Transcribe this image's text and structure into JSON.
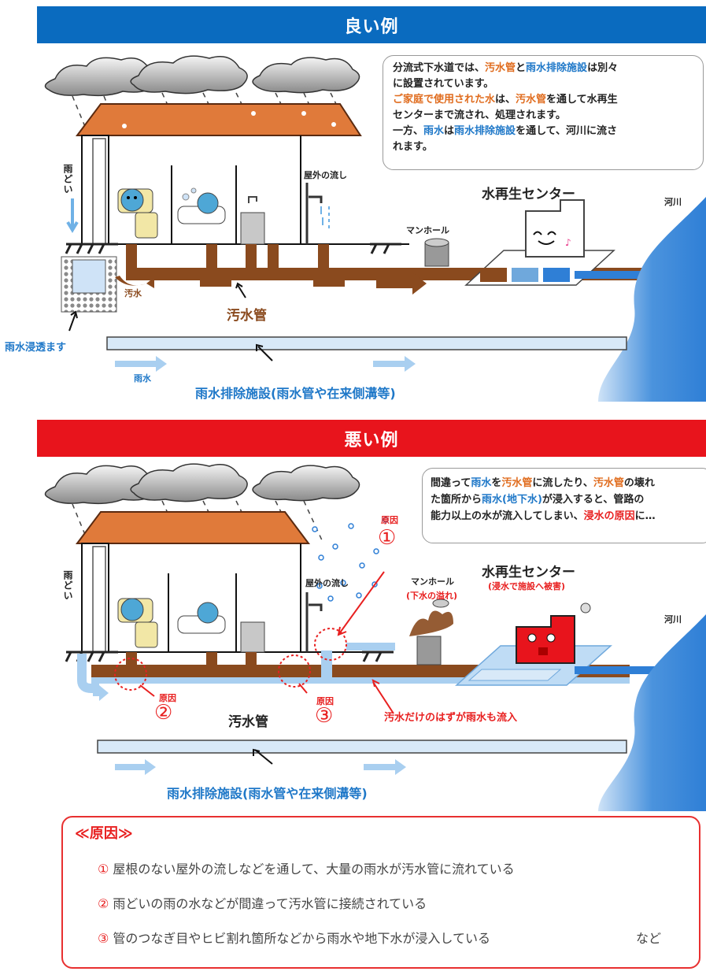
{
  "good": {
    "banner": "良い例",
    "banner_color": "#0a6bbf",
    "explanation": [
      [
        {
          "t": "分流式下水道では、"
        },
        {
          "t": "汚水管",
          "c": "orange"
        },
        {
          "t": "と"
        },
        {
          "t": "雨水排除施設",
          "c": "blue"
        },
        {
          "t": "は別々"
        }
      ],
      [
        {
          "t": "に設置されています。"
        }
      ],
      [
        {
          "t": "ご家庭で使用された水",
          "c": "orange"
        },
        {
          "t": "は、"
        },
        {
          "t": "汚水管",
          "c": "orange"
        },
        {
          "t": "を通して水再生"
        }
      ],
      [
        {
          "t": "センターまで流され、処理されます。"
        }
      ],
      [
        {
          "t": "一方、"
        },
        {
          "t": "雨水",
          "c": "blue"
        },
        {
          "t": "は"
        },
        {
          "t": "雨水排除施設",
          "c": "blue"
        },
        {
          "t": "を通して、河川に流さ"
        }
      ],
      [
        {
          "t": "れます。"
        }
      ]
    ],
    "labels": {
      "gutter": "雨どい",
      "outdoor_sink": "屋外の流し",
      "manhole": "マンホール",
      "center": "水再生センター",
      "river": "河川",
      "sewage_small": "汚水",
      "sewage_pipe": "汚水管",
      "infiltration": "雨水浸透ます",
      "rain_small": "雨水",
      "storm_facility": "雨水排除施設(雨水管や在来側溝等)"
    }
  },
  "bad": {
    "banner": "悪い例",
    "banner_color": "#e8141c",
    "explanation": [
      [
        {
          "t": "間違って"
        },
        {
          "t": "雨水",
          "c": "blue"
        },
        {
          "t": "を"
        },
        {
          "t": "汚水管",
          "c": "orange"
        },
        {
          "t": "に流したり、"
        },
        {
          "t": "汚水管",
          "c": "orange"
        },
        {
          "t": "の壊れ"
        }
      ],
      [
        {
          "t": "た箇所から"
        },
        {
          "t": "雨水(地下水)",
          "c": "blue"
        },
        {
          "t": "が浸入すると、管路の"
        }
      ],
      [
        {
          "t": "能力以上の水が流入してしまい、"
        },
        {
          "t": "浸水の原因",
          "c": "red"
        },
        {
          "t": "に…"
        }
      ]
    ],
    "labels": {
      "gutter": "雨どい",
      "outdoor_sink": "屋外の流し",
      "manhole": "マンホール",
      "manhole_note": "(下水の溢れ)",
      "center": "水再生センター",
      "center_note": "(浸水で施設へ被害)",
      "river": "河川",
      "cause_word": "原因",
      "cause1": "①",
      "cause2": "②",
      "cause3": "③",
      "sewage_pipe": "汚水管",
      "inflow_note": "汚水だけのはずが雨水も流入",
      "storm_facility": "雨水排除施設(雨水管や在来側溝等)"
    }
  },
  "causes": {
    "title": "≪原因≫",
    "items": [
      {
        "num": "①",
        "text": " 屋根のない屋外の流しなどを通して、大量の雨水が汚水管に流れている"
      },
      {
        "num": "②",
        "text": " 雨どいの雨の水などが間違って汚水管に接続されている"
      },
      {
        "num": "③",
        "text": " 管のつなぎ目やヒビ割れ箇所などから雨水や地下水が浸入している"
      }
    ],
    "etc": "など"
  },
  "colors": {
    "roof": "#e07a3a",
    "sewage": "#8a4a1e",
    "storm": "#a9cff0",
    "river": "#2f7fd6",
    "center_good": "#ffffff",
    "center_bad": "#e8141c"
  }
}
